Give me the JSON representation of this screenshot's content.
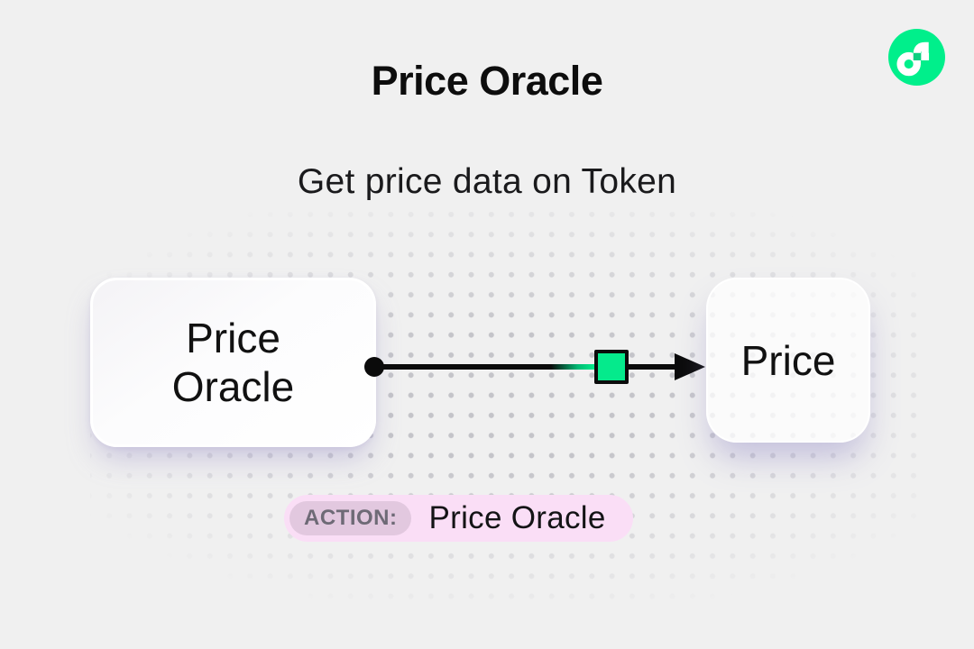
{
  "header": {
    "title": "Price Oracle",
    "logo": "flow-logo"
  },
  "subtitle": "Get price data on Token",
  "diagram": {
    "nodes": [
      {
        "id": "source",
        "label": "Price Oracle"
      },
      {
        "id": "target",
        "label": "Price"
      }
    ],
    "edge": {
      "from": "source",
      "to": "target",
      "marker": "green-square"
    }
  },
  "action_badge": {
    "prefix_label": "ACTION:",
    "action_name": "Price Oracle"
  },
  "colors": {
    "background": "#f0f0f0",
    "accent_green": "#00ef8b",
    "marker_green": "#05ea8c",
    "edge_black": "#0b0b0b",
    "badge_pink": "#fadef6",
    "badge_prefix_bg": "#e2c8df",
    "dot_grid": "#c4c4c9"
  }
}
